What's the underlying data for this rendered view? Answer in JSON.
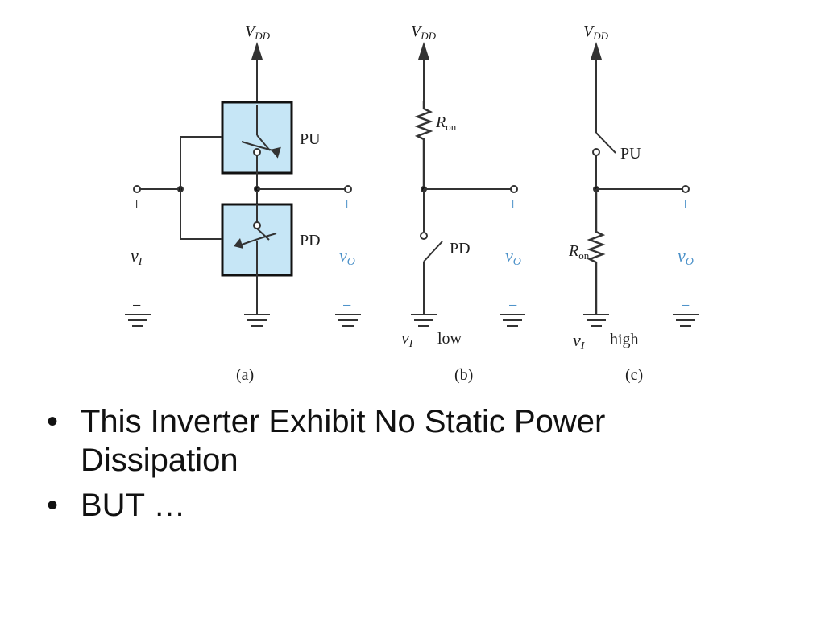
{
  "diagram": {
    "panel_a": {
      "vdd": {
        "main": "V",
        "sub": "DD"
      },
      "pu_label": "PU",
      "pd_label": "PD",
      "plus_in": "+",
      "minus_in": "−",
      "vi": {
        "main": "v",
        "sub": "I"
      },
      "plus_out": "+",
      "minus_out": "−",
      "vo": {
        "main": "v",
        "sub": "O"
      },
      "caption": "(a)"
    },
    "panel_b": {
      "vdd": {
        "main": "V",
        "sub": "DD"
      },
      "ron": {
        "main": "R",
        "sub": "on"
      },
      "pd_label": "PD",
      "plus_out": "+",
      "minus_out": "−",
      "vo": {
        "main": "v",
        "sub": "O"
      },
      "vi": {
        "main": "v",
        "sub": "I"
      },
      "vi_state": "low",
      "caption": "(b)"
    },
    "panel_c": {
      "vdd": {
        "main": "V",
        "sub": "DD"
      },
      "pu_label": "PU",
      "ron": {
        "main": "R",
        "sub": "on"
      },
      "plus_out": "+",
      "minus_out": "−",
      "vo": {
        "main": "v",
        "sub": "O"
      },
      "vi": {
        "main": "v",
        "sub": "I"
      },
      "vi_state": "high",
      "caption": "(c)"
    },
    "colors": {
      "box_fill": "#c6e6f6",
      "wire": "#333333",
      "vo_blue": "#4a90c8"
    }
  },
  "bullets": [
    {
      "marker": "•",
      "text": "This Inverter Exhibit No Static Power Dissipation"
    },
    {
      "marker": "•",
      "text": "BUT …"
    }
  ]
}
